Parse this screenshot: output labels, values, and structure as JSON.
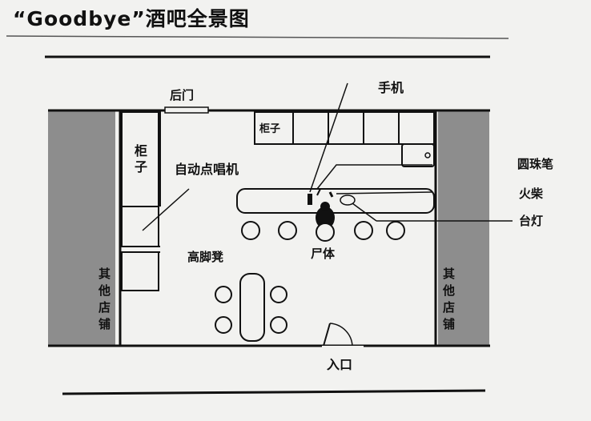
{
  "title": "“Goodbye”酒吧全景图",
  "labels": {
    "back_door": "后门",
    "cabinet_top": "柜子",
    "cabinet_left": "柜子",
    "jukebox": "自动点唱机",
    "phone": "手机",
    "pen": "圆珠笔",
    "matches": "火柴",
    "lamp": "台灯",
    "stools": "高脚凳",
    "body": "尸体",
    "entrance": "入口",
    "other_shops_left": "其他店铺",
    "other_shops_right": "其他店铺"
  },
  "colors": {
    "ink": "#111111",
    "wall_hatch": "#8a8a8a",
    "paper": "#f2f2f0"
  }
}
